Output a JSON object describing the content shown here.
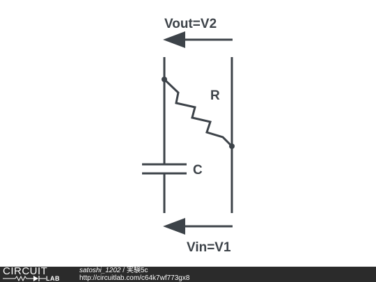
{
  "labels": {
    "vout": "Vout=V2",
    "vin": "Vin=V1",
    "resistor": "R",
    "capacitor": "C"
  },
  "footer": {
    "logo_top": "CIRCUIT",
    "logo_bottom": "LAB",
    "user": "satoshi_1202",
    "separator": " / ",
    "project": "実験5c",
    "url": "http://circuitlab.com/c64k7wf773gx8"
  },
  "colors": {
    "wire": "#3d4349",
    "footer_bg": "#2b2b2b",
    "footer_text": "#ffffff"
  }
}
